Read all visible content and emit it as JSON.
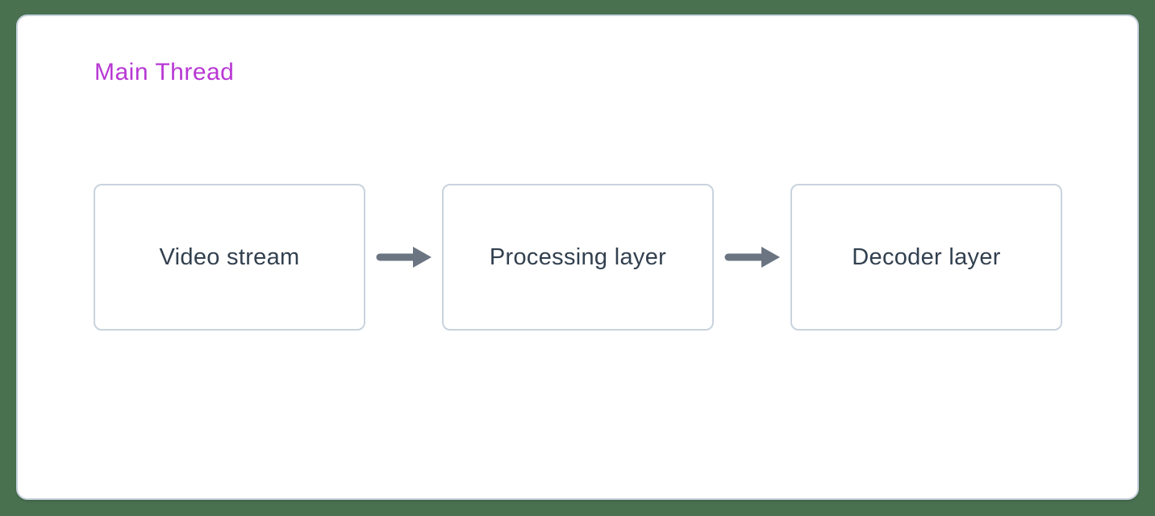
{
  "diagram": {
    "title": "Main Thread",
    "nodes": [
      {
        "label": "Video stream"
      },
      {
        "label": "Processing layer"
      },
      {
        "label": "Decoder layer"
      }
    ],
    "connections": [
      {
        "from": "Video stream",
        "to": "Processing layer"
      },
      {
        "from": "Processing layer",
        "to": "Decoder layer"
      }
    ],
    "colors": {
      "background": "#497150",
      "panel_bg": "#ffffff",
      "panel_border": "#c7d1dc",
      "title": "#b838d4",
      "node_border": "#c9d3de",
      "node_text": "#32404f",
      "arrow": "#6b7582"
    }
  }
}
